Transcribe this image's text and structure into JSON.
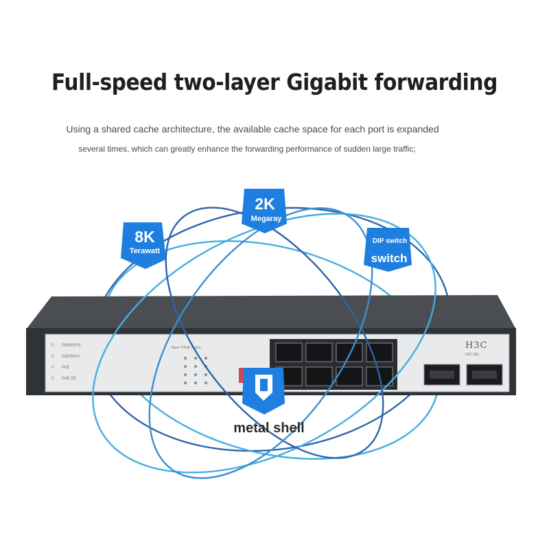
{
  "heading": "Full-speed two-layer Gigabit forwarding",
  "description": {
    "line1": "Using a shared cache architecture, the available cache space for each port is expanded",
    "line2": "several times, which can greatly enhance the forwarding performance of sudden large traffic;"
  },
  "badges": {
    "terawatt": {
      "value": "8K",
      "unit": "Terawatt"
    },
    "megaray": {
      "value": "2K",
      "unit": "Megaray"
    },
    "switch": {
      "top": "DIP switch",
      "bottom": "switch"
    }
  },
  "shell_label": "metal shell",
  "device": {
    "brand": "H3C",
    "model": "H3C WS...",
    "front_labels": [
      "PWR/SYS",
      "PoE/MAX",
      "PoE",
      "PoE-SE"
    ],
    "led_caption": "Base-T/PoE Status"
  },
  "colors": {
    "ring_dark": "#2f64a8",
    "ring_light": "#43aee0",
    "badge_blue": "#1e7fe0",
    "chassis_dark": "#3a3d42",
    "panel_light": "#e9eaec"
  }
}
